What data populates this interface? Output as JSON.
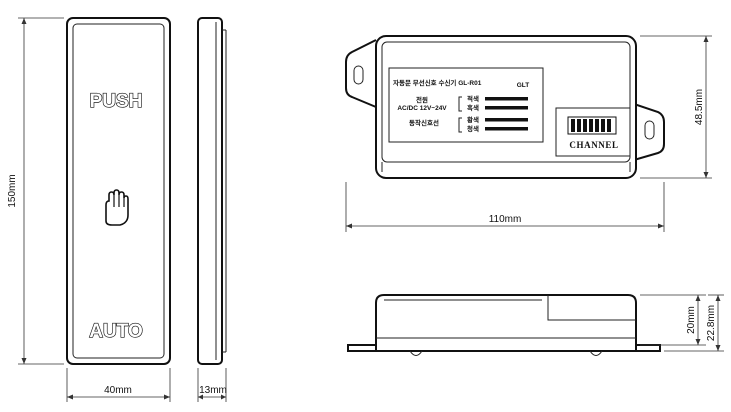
{
  "button_front": {
    "push_label": "PUSH",
    "auto_label": "AUTO",
    "height_dim": "150mm",
    "width_dim": "40mm"
  },
  "button_side": {
    "depth_dim": "13mm"
  },
  "receiver_top": {
    "title": "자동문 무선신호 수신기 GL-R01",
    "brand": "GLT",
    "power_label": "전원",
    "power_spec": "AC/DC 12V~24V",
    "signal_label": "동작신호선",
    "wire_labels": [
      "적색",
      "흑색",
      "황색",
      "청색"
    ],
    "channel_label": "CHANNEL",
    "width_dim": "110mm",
    "height_dim": "48.5mm"
  },
  "receiver_side": {
    "height_dim_inner": "20mm",
    "height_dim_outer": "22.8mm"
  }
}
